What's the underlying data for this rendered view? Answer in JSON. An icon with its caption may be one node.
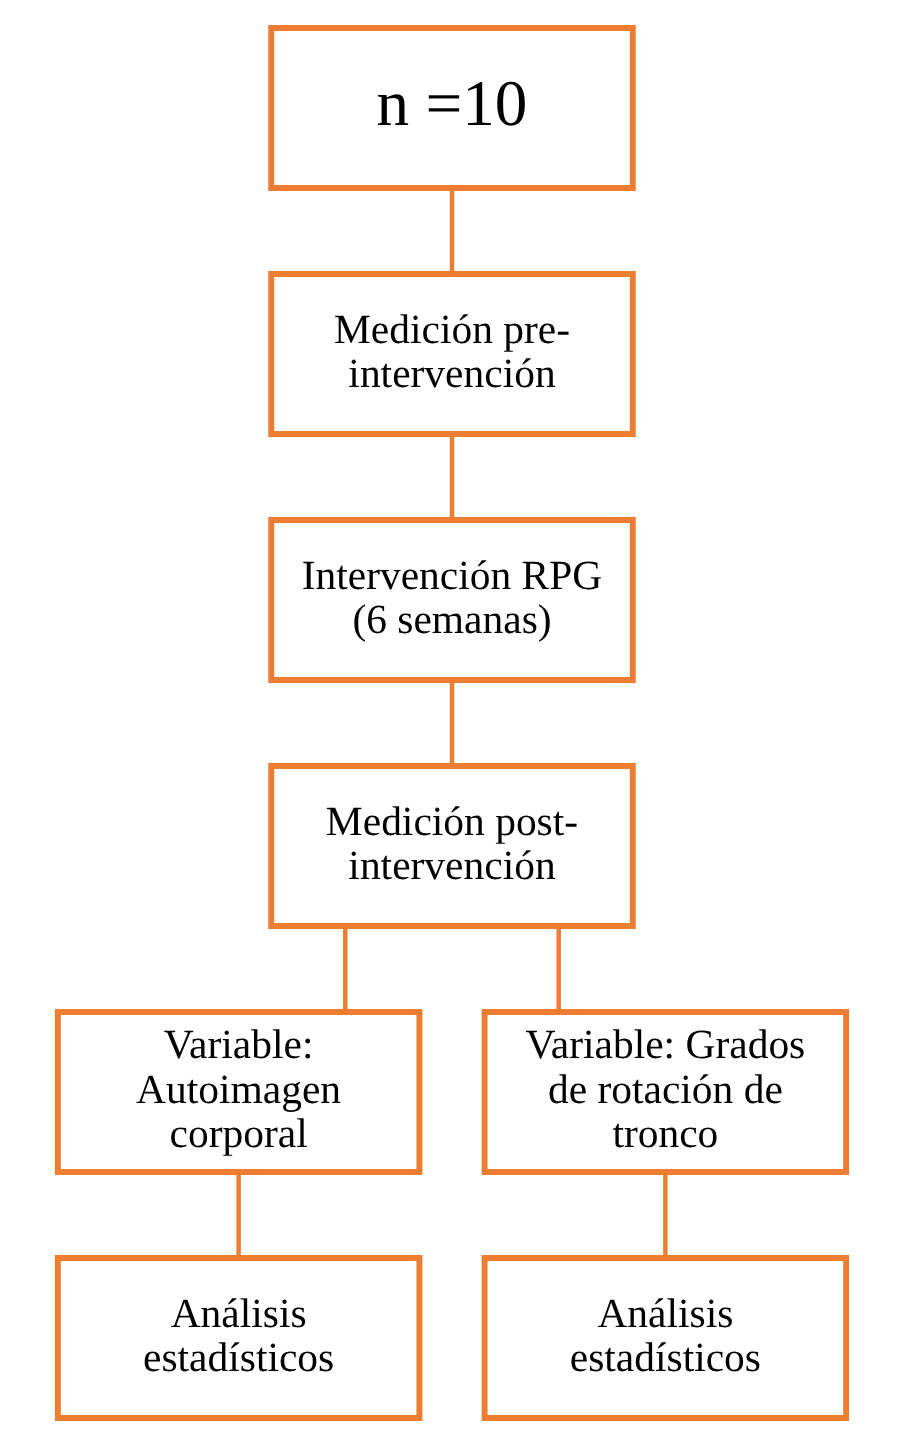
{
  "diagram": {
    "nodes": [
      {
        "text": [
          "n =10"
        ]
      },
      {
        "text": [
          "Medición pre-intervención"
        ]
      },
      {
        "text": [
          "Intervención RPG (6 semanas)"
        ]
      },
      {
        "text": [
          "Medición post-intervención"
        ]
      },
      {
        "text": [
          "Variable: Autoimagen corporal"
        ]
      },
      {
        "text": [
          "Variable: Grados de rotación de tronco"
        ]
      },
      {
        "text": [
          "Análisis estadísticos"
        ]
      },
      {
        "text": [
          "Análisis estadísticos"
        ]
      }
    ],
    "edges": [
      {
        "from": 0,
        "to": 1,
        "arrow": "none"
      },
      {
        "from": 1,
        "to": 2,
        "arrow": "none"
      },
      {
        "from": 2,
        "to": 3,
        "arrow": "none"
      },
      {
        "from": 3,
        "to": 4,
        "arrow": "none"
      },
      {
        "from": 3,
        "to": 5,
        "arrow": "none"
      },
      {
        "from": 4,
        "to": 6,
        "arrow": "none"
      },
      {
        "from": 5,
        "to": 7,
        "arrow": "none"
      }
    ]
  }
}
